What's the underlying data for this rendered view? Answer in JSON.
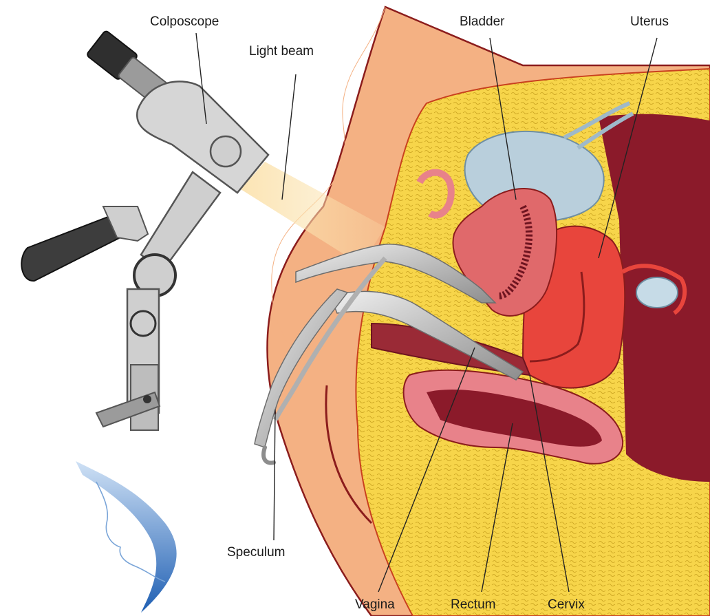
{
  "labels": {
    "colposcope": "Colposcope",
    "light_beam": "Light beam",
    "bladder": "Bladder",
    "uterus": "Uterus",
    "speculum": "Speculum",
    "vagina": "Vagina",
    "rectum": "Rectum",
    "cervix": "Cervix"
  },
  "colors": {
    "skin": "#f4b183",
    "skin_outline": "#8b1c1c",
    "fat": "#f7d54a",
    "organ_dark": "#8b1a2a",
    "uterus": "#e8453c",
    "bladder": "#b9cfdc",
    "bowel": "#e8828a",
    "metal": "#c8c8c8",
    "beam": "#fce4b4",
    "logo": "#2f73c4"
  },
  "icons": {
    "logo": "face-profile-logo"
  }
}
